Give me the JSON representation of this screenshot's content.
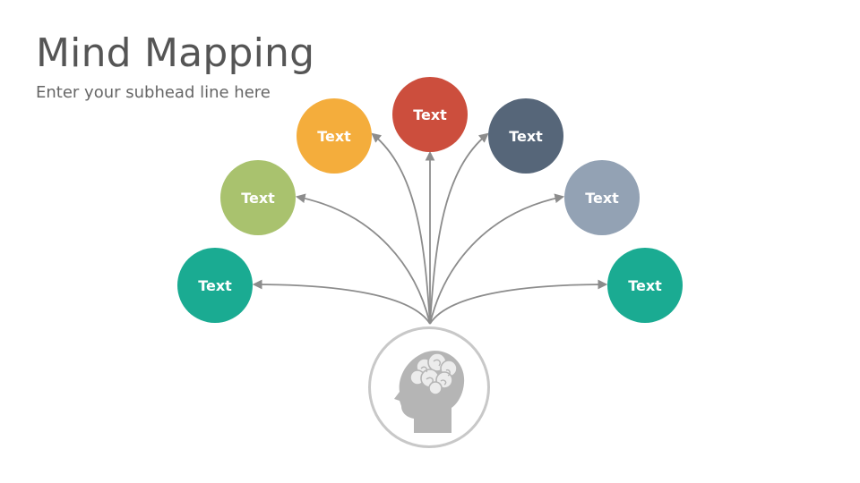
{
  "slide": {
    "title": "Mind Mapping",
    "subtitle": "Enter your subhead line here"
  },
  "nodes": [
    {
      "label": "Text",
      "color": "#1aab92"
    },
    {
      "label": "Text",
      "color": "#a9c26e"
    },
    {
      "label": "Text",
      "color": "#f4ad3c"
    },
    {
      "label": "Text",
      "color": "#cc4e3d"
    },
    {
      "label": "Text",
      "color": "#566679"
    },
    {
      "label": "Text",
      "color": "#93a2b4"
    },
    {
      "label": "Text",
      "color": "#1aab92"
    }
  ],
  "hub": {
    "icon": "head-brain-icon"
  },
  "colors": {
    "connector": "#8c8c8c",
    "hub_border": "#c8c8c8",
    "icon": "#b5b5b5"
  }
}
